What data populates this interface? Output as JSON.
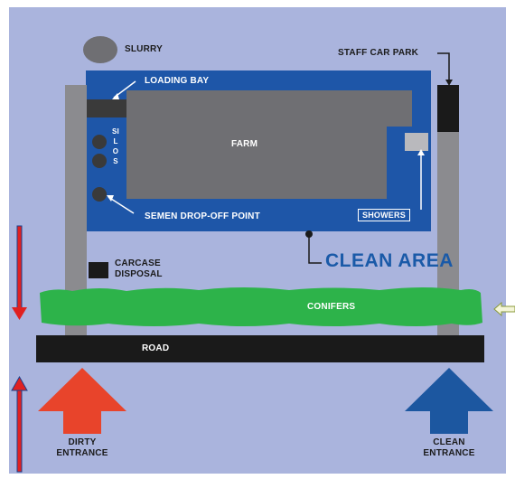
{
  "labels": {
    "slurry": "SLURRY",
    "staff_car_park": "STAFF CAR PARK",
    "loading_bay": "LOADING BAY",
    "farm": "FARM",
    "silos": "SILOS",
    "semen_drop_off": "SEMEN DROP-OFF POINT",
    "showers": "SHOWERS",
    "clean_area": "CLEAN AREA",
    "carcase_disposal_line1": "CARCASE",
    "carcase_disposal_line2": "DISPOSAL",
    "conifers": "CONIFERS",
    "road": "ROAD",
    "dirty_entrance_line1": "DIRTY",
    "dirty_entrance_line2": "ENTRANCE",
    "clean_entrance_line1": "CLEAN",
    "clean_entrance_line2": "ENTRANCE"
  },
  "colors": {
    "background": "#aab4dd",
    "farm_block": "#1e56a8",
    "farm_building": "#6f6f73",
    "silo": "#3a3a3a",
    "road": "#1a1a1a",
    "conifers": "#2db34a",
    "clean_arrow": "#1c57a0",
    "dirty_arrow": "#e8442b",
    "red_arrow": "#e02020",
    "clean_area_text": "#1a5aa8"
  },
  "icons": [
    "up-arrow-red",
    "down-arrow-red",
    "left-arrow-outline"
  ]
}
